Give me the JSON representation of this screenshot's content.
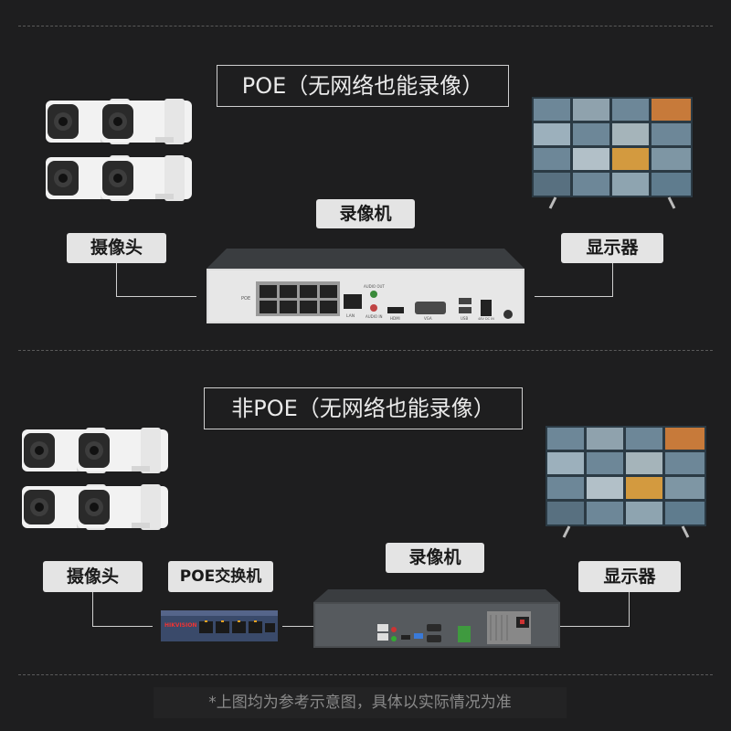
{
  "section1": {
    "title": "POE（无网络也能录像）",
    "recorder_label": "录像机",
    "camera_label": "摄像头",
    "display_label": "显示器",
    "nvr_port_text": "POE",
    "nvr_lan_text": "LAN",
    "nvr_audio_out": "AUDIO OUT",
    "nvr_audio_in": "AUDIO IN",
    "nvr_hdmi": "HDMI",
    "nvr_vga": "VGA",
    "nvr_usb": "USB",
    "nvr_power": "48V DC IN"
  },
  "section2": {
    "title": "非POE（无网络也能录像）",
    "recorder_label": "录像机",
    "camera_label": "摄像头",
    "switch_label": "POE交换机",
    "display_label": "显示器",
    "switch_brand": "HIKVISION"
  },
  "footer": "*上图均为参考示意图，具体以实际情况为准",
  "colors": {
    "background": "#1e1e1f",
    "label_bg": "#e4e4e4",
    "line": "#cfcfcf"
  }
}
